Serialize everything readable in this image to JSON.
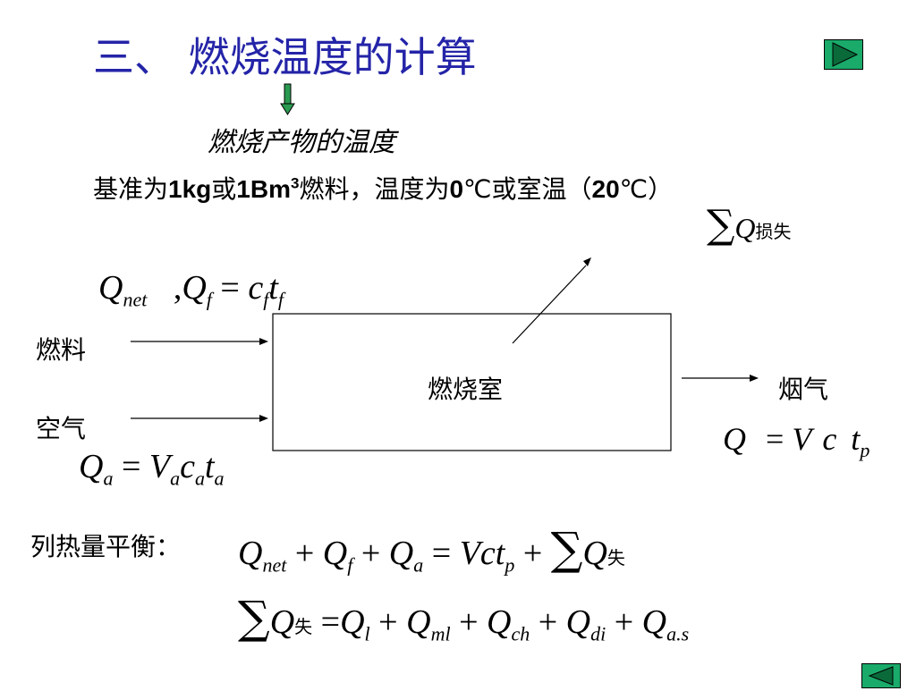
{
  "title": "三、 燃烧温度的计算",
  "subtitle": "燃烧产物的温度",
  "basis": {
    "pre": "基准为",
    "v1": "1kg",
    "mid1": "或",
    "v2": "1Bm",
    "sup": "3",
    "mid2": "燃料，温度为",
    "v3": "0",
    "deg1": "℃或室温（",
    "v4": "20",
    "deg2": "℃）"
  },
  "loss": {
    "sym": "Q",
    "sub": "损失"
  },
  "eq_top": {
    "q1": "Q",
    "s1": "net",
    "sep": " ,",
    "q2": "Q",
    "s2": "f",
    "eq": " = ",
    "c": "c",
    "sc": "f",
    "t": "t",
    "st": "f"
  },
  "labels": {
    "fuel": "燃料",
    "air": "空气",
    "chamber": "燃烧室",
    "flue": "烟气",
    "balance": "列热量平衡："
  },
  "eq_air": {
    "q": "Q",
    "sq": "a",
    "eq": " = ",
    "v": "V",
    "sv": "a",
    "c": "c",
    "sc": "a",
    "t": "t",
    "st": "a"
  },
  "eq_flue": {
    "q": "Q",
    "eq": "= ",
    "v": "V",
    "c": "c",
    "t": "t",
    "st": "p"
  },
  "eq_balance1": {
    "q1": "Q",
    "s1": "net",
    "p1": " + ",
    "q2": "Q",
    "s2": "f",
    "p2": " + ",
    "q3": "Q",
    "s3": "a",
    "eq": " = ",
    "vct": "Vct",
    "sp": "p",
    "p3": " + ",
    "q4": "Q",
    "s4": "失"
  },
  "eq_balance2": {
    "q0": "Q",
    "s0": "失",
    "eq": " =",
    "q1": "Q",
    "s1": "l",
    "p1": " + ",
    "q2": "Q",
    "s2": "ml",
    "p2": " + ",
    "q3": "Q",
    "s3": "ch",
    "p3": " + ",
    "q4": "Q",
    "s4": "di",
    "p4": " + ",
    "q5": "Q",
    "s5": "a.s"
  },
  "colors": {
    "title": "#2424a8",
    "nav_button": "#1aaa6a",
    "arrow_green": "#2a9a50"
  },
  "icons": {
    "next": "play-forward-icon",
    "prev": "play-back-icon"
  }
}
